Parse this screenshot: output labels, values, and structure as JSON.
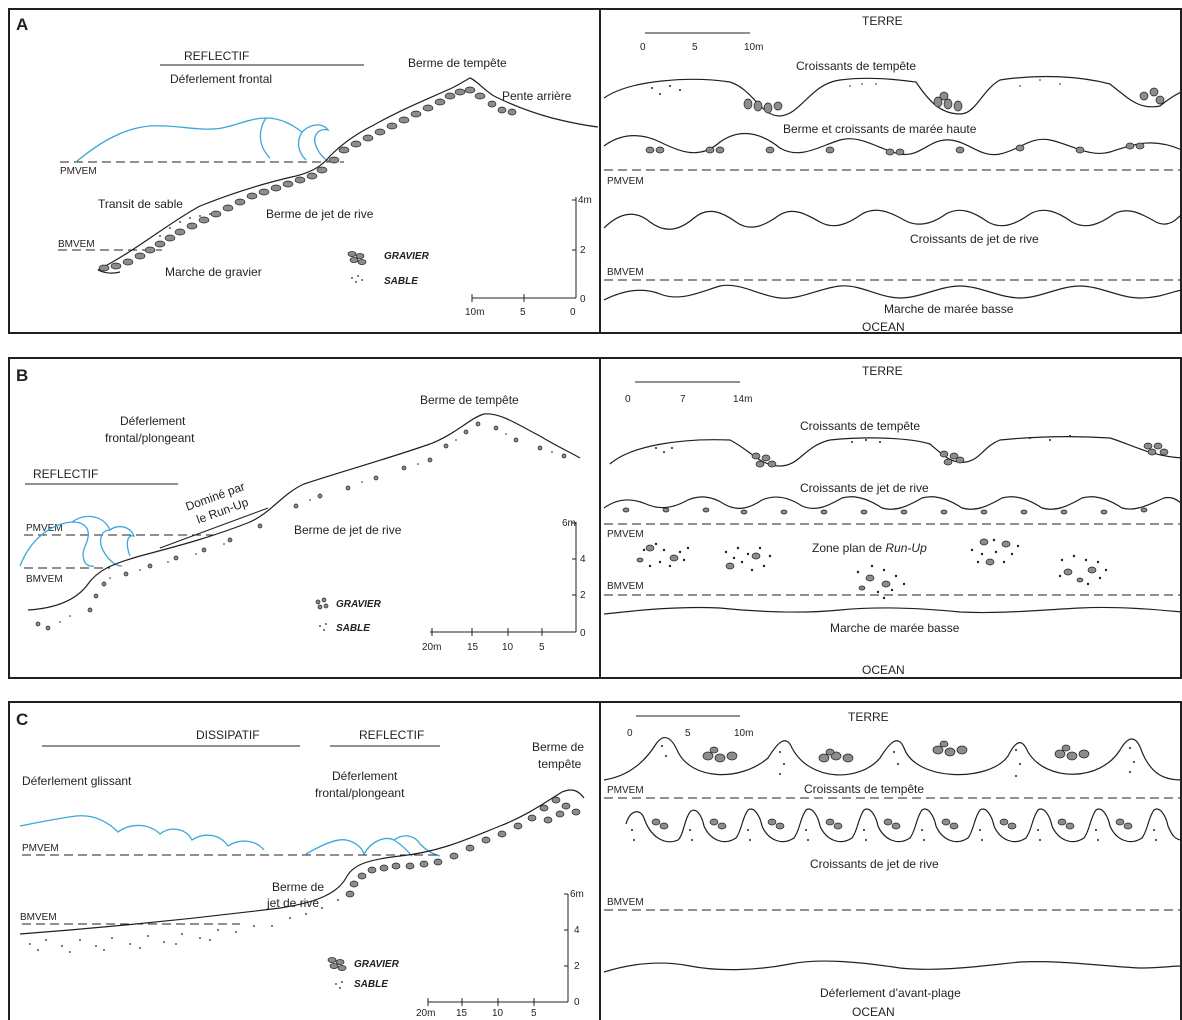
{
  "panels": [
    {
      "letter": "A",
      "profile": {
        "regime": "REFLECTIF",
        "breaker": "Déferlement frontal",
        "storm_berm": "Berme de tempête",
        "back_slope": "Pente arrière",
        "sand_transit": "Transit de sable",
        "swash_berm": "Berme de jet de rive",
        "step": "Marche de gravier",
        "mhws": "PMVEM",
        "mlws": "BMVEM",
        "legend_gravel": "GRAVIER",
        "legend_sand": "SABLE",
        "v_ticks": [
          "4m",
          "2",
          "0"
        ],
        "h_ticks": [
          "10m",
          "5",
          "0"
        ]
      },
      "plan": {
        "land": "TERRE",
        "ocean": "OCEAN",
        "scale": [
          "0",
          "5",
          "10m"
        ],
        "feature1": "Croissants de tempête",
        "feature2": "Berme et croissants de marée haute",
        "mhws": "PMVEM",
        "feature3": "Croissants de jet de rive",
        "mlws": "BMVEM",
        "feature4": "Marche de marée basse"
      }
    },
    {
      "letter": "B",
      "profile": {
        "breaker_1": "Déferlement",
        "breaker_2": "frontal/plongeant",
        "regime": "REFLECTIF",
        "runup_1": "Dominé par",
        "runup_2": "le Run-Up",
        "storm_berm": "Berme de tempête",
        "swash_berm": "Berme de jet de rive",
        "mhws": "PMVEM",
        "mlws": "BMVEM",
        "legend_gravel": "GRAVIER",
        "legend_sand": "SABLE",
        "v_ticks": [
          "6m",
          "4",
          "2",
          "0"
        ],
        "h_ticks": [
          "20m",
          "15",
          "10",
          "5"
        ]
      },
      "plan": {
        "land": "TERRE",
        "ocean": "OCEAN",
        "scale": [
          "0",
          "7",
          "14m"
        ],
        "feature1": "Croissants de tempête",
        "feature2": "Croissants de jet de rive",
        "mhws": "PMVEM",
        "feature3_prefix": "Zone plan de ",
        "feature3_em": "Run-Up",
        "mlws": "BMVEM",
        "feature4": "Marche de marée basse"
      }
    },
    {
      "letter": "C",
      "profile": {
        "regime_1": "DISSIPATIF",
        "regime_2": "REFLECTIF",
        "breaker_spill": "Déferlement glissant",
        "breaker_plunge_1": "Déferlement",
        "breaker_plunge_2": "frontal/plongeant",
        "storm_berm_1": "Berme de",
        "storm_berm_2": "tempête",
        "swash_berm_1": "Berme de",
        "swash_berm_2": "jet de rive",
        "mhws": "PMVEM",
        "mlws": "BMVEM",
        "legend_gravel": "GRAVIER",
        "legend_sand": "SABLE",
        "v_ticks": [
          "6m",
          "4",
          "2",
          "0"
        ],
        "h_ticks": [
          "20m",
          "15",
          "10",
          "5"
        ]
      },
      "plan": {
        "land": "TERRE",
        "ocean": "OCEAN",
        "scale": [
          "0",
          "5",
          "10m"
        ],
        "mhws": "PMVEM",
        "feature1": "Croissants de tempête",
        "feature2": "Croissants de jet de rive",
        "mlws": "BMVEM",
        "feature3": "Déferlement d’avant-plage"
      }
    }
  ],
  "colors": {
    "wave": "#3ba7d8",
    "gravel": "#8c8c8c",
    "line": "#231f20"
  }
}
